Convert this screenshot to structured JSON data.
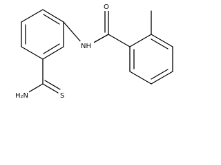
{
  "diagram": {
    "kind": "chemical-structure",
    "line_color": "#000000",
    "background": "#ffffff",
    "atom_labels": {
      "amide_nh": "NH",
      "carbonyl_o": "O",
      "thioamide_nh2": "H₂N",
      "thioamide_s": "S"
    }
  }
}
